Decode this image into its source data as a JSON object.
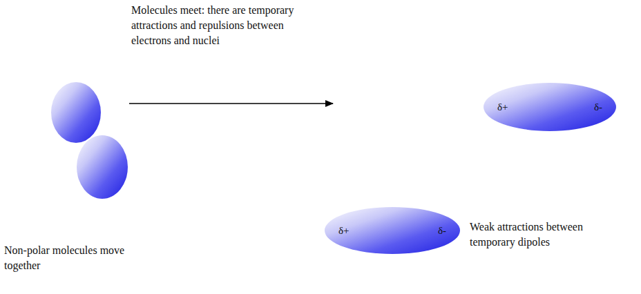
{
  "diagram": {
    "nodes": [
      {
        "text": [
          "δ+",
          "δ-"
        ]
      },
      {
        "text": [
          "δ+",
          "δ-"
        ]
      }
    ],
    "labels": [
      "Molecules meet: there are temporary attractions and repulsions between electrons and nuclei",
      "Non-polar molecules move together",
      "Weak attractions between temporary dipoles"
    ]
  }
}
